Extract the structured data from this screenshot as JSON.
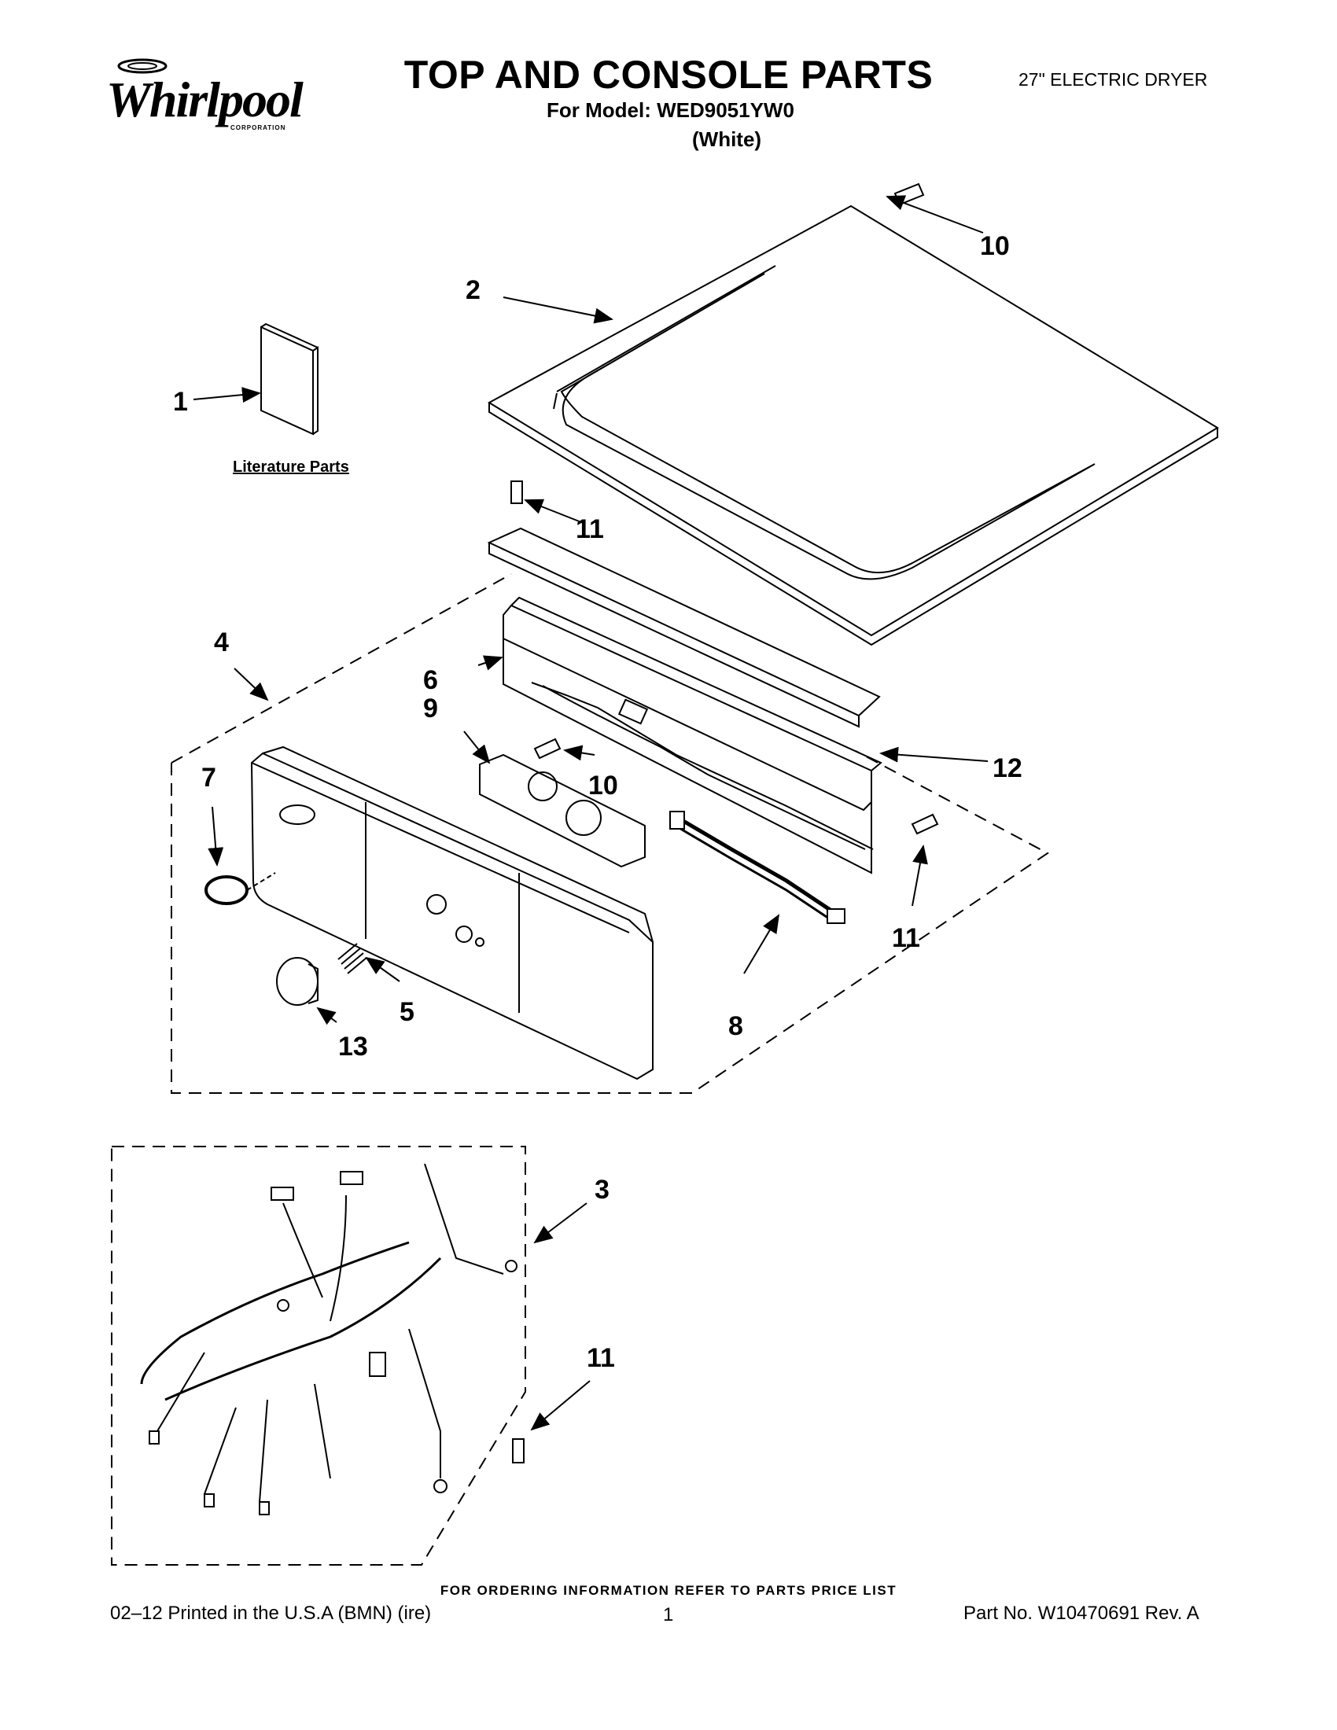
{
  "header": {
    "brand_word": "Whirlpool",
    "brand_sub": "CORPORATION",
    "title": "TOP AND CONSOLE PARTS",
    "model_line": "For Model: WED9051YW0",
    "color_line": "(White)",
    "product_type": "27\" ELECTRIC DRYER"
  },
  "literature_label": "Literature Parts",
  "callouts": {
    "c1": "1",
    "c2": "2",
    "c3": "3",
    "c4": "4",
    "c5": "5",
    "c6": "6",
    "c7": "7",
    "c8": "8",
    "c9": "9",
    "c10a": "10",
    "c10b": "10",
    "c11a": "11",
    "c11b": "11",
    "c11c": "11",
    "c12": "12",
    "c13": "13"
  },
  "footer": {
    "order_info": "FOR ORDERING INFORMATION REFER TO PARTS PRICE LIST",
    "print_line": "02–12  Printed in the U.S.A (BMN) (ire)",
    "page_number": "1",
    "part_number": "Part No. W10470691 Rev. A"
  }
}
